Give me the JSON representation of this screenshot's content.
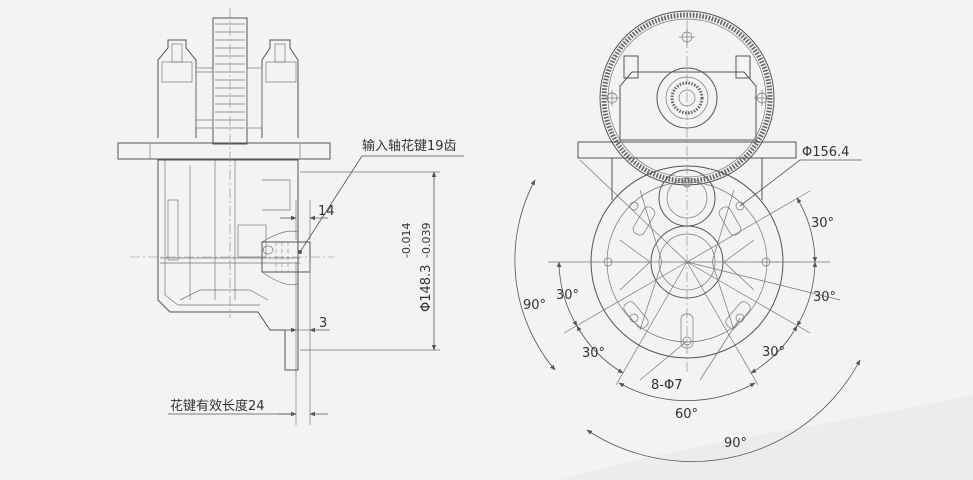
{
  "annotations": {
    "spline_teeth": "输入轴花键19齿",
    "dim_14": "14",
    "dim_3": "3",
    "bore_dia": "Φ148.3",
    "bore_tol_upper": "-0.014",
    "bore_tol_lower": "-0.039",
    "spline_length": "花键有效长度24",
    "pcd": "Φ156.4",
    "holes": "8-Φ7",
    "angle_30_upper_right": "30°",
    "angle_30_right": "30°",
    "angle_30_lower_right": "30°",
    "angle_30_left": "30°",
    "angle_30_lower_left": "30°",
    "angle_60": "60°",
    "angle_90_left": "90°",
    "angle_90_bottom": "90°"
  },
  "colors": {
    "background": "#f3f3f3",
    "line": "#555555",
    "text": "#333333"
  }
}
